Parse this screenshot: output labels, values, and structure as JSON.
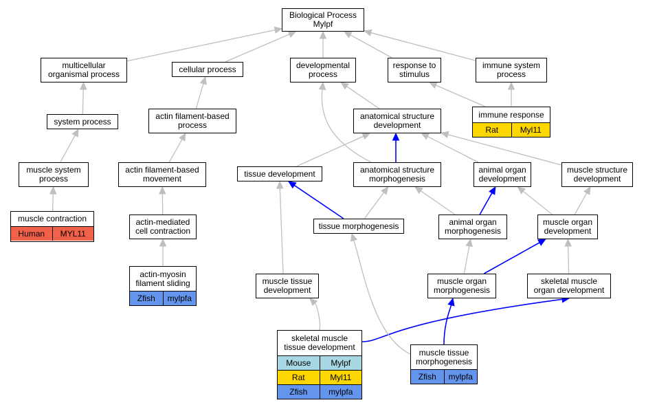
{
  "colors": {
    "gray_edge": "#bfbfbf",
    "blue_edge": "#0000ff",
    "human": "#f26149",
    "rat": "#ffd700",
    "mouse": "#a8d8e4",
    "zfish": "#6495ed"
  },
  "nodes": {
    "bp": "Biological Process\nMylpf",
    "multicellular": "multicellular\norganismal process",
    "cellular": "cellular process",
    "developmental": "developmental\nprocess",
    "response": "response to\nstimulus",
    "immune_system": "immune system\nprocess",
    "system_process": "system process",
    "actin_filament_process": "actin filament-based\nprocess",
    "anat_dev": "anatomical structure\ndevelopment",
    "immune_response": {
      "title": "immune response",
      "rows": [
        {
          "species": "Rat",
          "gene": "Myl11",
          "color": "rat"
        }
      ]
    },
    "muscle_system": "muscle system\nprocess",
    "actin_movement": "actin filament-based\nmovement",
    "tissue_dev": "tissue development",
    "anat_morph": "anatomical structure\nmorphogenesis",
    "animal_organ_dev": "animal organ\ndevelopment",
    "muscle_structure_dev": "muscle structure\ndevelopment",
    "muscle_contraction": {
      "title": "muscle contraction",
      "rows": [
        {
          "species": "Human",
          "gene": "MYL11",
          "color": "human"
        }
      ]
    },
    "actin_contraction": "actin-mediated\ncell contraction",
    "tissue_morph": "tissue morphogenesis",
    "animal_organ_morph": "animal organ\nmorphogenesis",
    "muscle_organ_dev": "muscle organ\ndevelopment",
    "actin_myosin": {
      "title": "actin-myosin\nfilament sliding",
      "rows": [
        {
          "species": "Zfish",
          "gene": "mylpfa",
          "color": "zfish"
        }
      ]
    },
    "muscle_tissue_dev": "muscle tissue\ndevelopment",
    "muscle_organ_morph": "muscle organ\nmorphogenesis",
    "skeletal_organ_dev": "skeletal muscle\norgan development",
    "skeletal_tissue_dev": {
      "title": "skeletal muscle\ntissue development",
      "rows": [
        {
          "species": "Mouse",
          "gene": "Mylpf",
          "color": "mouse"
        },
        {
          "species": "Rat",
          "gene": "Myl11",
          "color": "rat"
        },
        {
          "species": "Zfish",
          "gene": "mylpfa",
          "color": "zfish"
        }
      ]
    },
    "muscle_tissue_morph": {
      "title": "muscle tissue\nmorphogenesis",
      "rows": [
        {
          "species": "Zfish",
          "gene": "mylpfa",
          "color": "zfish"
        }
      ]
    }
  },
  "edges": [
    {
      "from": "multicellular",
      "to": "bp",
      "type": "gray"
    },
    {
      "from": "cellular",
      "to": "bp",
      "type": "gray"
    },
    {
      "from": "developmental",
      "to": "bp",
      "type": "gray"
    },
    {
      "from": "response",
      "to": "bp",
      "type": "gray"
    },
    {
      "from": "immune_system",
      "to": "bp",
      "type": "gray"
    },
    {
      "from": "system_process",
      "to": "multicellular",
      "type": "gray"
    },
    {
      "from": "actin_filament_process",
      "to": "cellular",
      "type": "gray"
    },
    {
      "from": "anat_dev",
      "to": "developmental",
      "type": "gray"
    },
    {
      "from": "immune_response",
      "to": "response",
      "type": "gray"
    },
    {
      "from": "immune_response",
      "to": "immune_system",
      "type": "gray"
    },
    {
      "from": "muscle_system",
      "to": "system_process",
      "type": "gray"
    },
    {
      "from": "actin_movement",
      "to": "actin_filament_process",
      "type": "gray"
    },
    {
      "from": "tissue_dev",
      "to": "anat_dev",
      "type": "gray"
    },
    {
      "from": "anat_morph",
      "to": "developmental",
      "type": "gray"
    },
    {
      "from": "anat_morph",
      "to": "anat_dev",
      "type": "blue"
    },
    {
      "from": "animal_organ_dev",
      "to": "anat_dev",
      "type": "gray"
    },
    {
      "from": "muscle_structure_dev",
      "to": "anat_dev",
      "type": "gray"
    },
    {
      "from": "muscle_contraction",
      "to": "muscle_system",
      "type": "gray"
    },
    {
      "from": "actin_contraction",
      "to": "actin_movement",
      "type": "gray"
    },
    {
      "from": "tissue_morph",
      "to": "tissue_dev",
      "type": "blue"
    },
    {
      "from": "tissue_morph",
      "to": "anat_morph",
      "type": "gray"
    },
    {
      "from": "animal_organ_morph",
      "to": "anat_morph",
      "type": "gray"
    },
    {
      "from": "animal_organ_morph",
      "to": "animal_organ_dev",
      "type": "blue"
    },
    {
      "from": "muscle_organ_dev",
      "to": "animal_organ_dev",
      "type": "gray"
    },
    {
      "from": "muscle_organ_dev",
      "to": "muscle_structure_dev",
      "type": "gray"
    },
    {
      "from": "actin_myosin",
      "to": "actin_contraction",
      "type": "gray"
    },
    {
      "from": "muscle_tissue_dev",
      "to": "tissue_dev",
      "type": "gray"
    },
    {
      "from": "muscle_organ_morph",
      "to": "animal_organ_morph",
      "type": "gray"
    },
    {
      "from": "muscle_organ_morph",
      "to": "muscle_organ_dev",
      "type": "blue"
    },
    {
      "from": "skeletal_organ_dev",
      "to": "muscle_organ_dev",
      "type": "gray"
    },
    {
      "from": "skeletal_tissue_dev",
      "to": "muscle_tissue_dev",
      "type": "gray"
    },
    {
      "from": "skeletal_tissue_dev",
      "to": "skeletal_organ_dev",
      "type": "blue"
    },
    {
      "from": "muscle_tissue_morph",
      "to": "tissue_morph",
      "type": "gray"
    },
    {
      "from": "muscle_tissue_morph",
      "to": "muscle_organ_morph",
      "type": "blue"
    }
  ]
}
